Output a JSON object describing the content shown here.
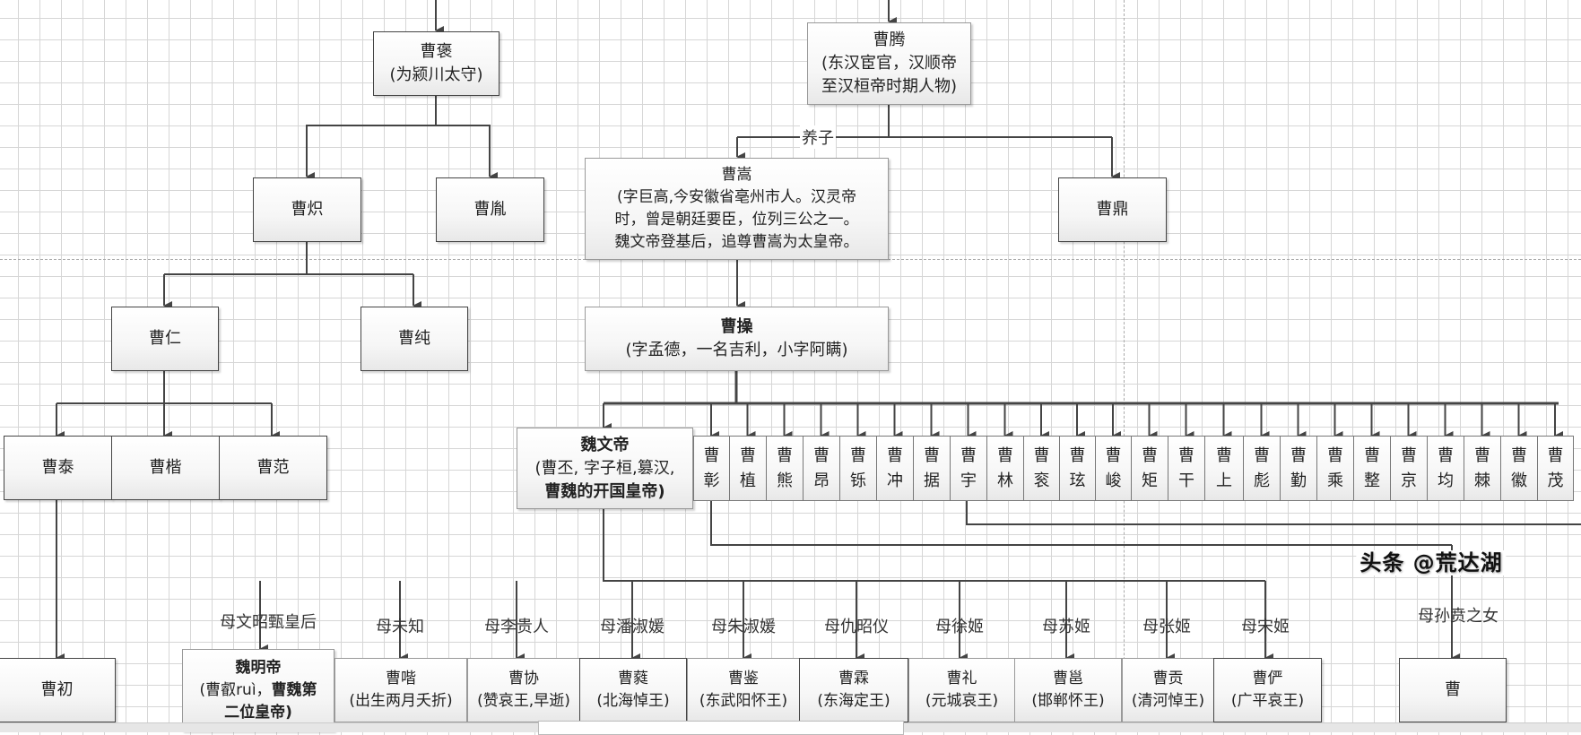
{
  "diagram": {
    "title_nodes": {
      "cao_bao": {
        "name": "曹褒",
        "note": "(为颍川太守)"
      },
      "cao_teng": {
        "name": "曹腾",
        "note_line1": "(东汉宦官，汉顺帝",
        "note_line2": "至汉桓帝时期人物)"
      },
      "cao_song": {
        "name": "曹嵩",
        "note_line1": "(字巨高,今安徽省亳州市人。汉灵帝",
        "note_line2": "时，曾是朝廷要臣，位列三公之一。",
        "note_line3": "魏文帝登基后，追尊曹嵩为太皇帝。"
      },
      "cao_ding": {
        "name": "曹鼎"
      },
      "cao_chi": {
        "name": "曹炽"
      },
      "cao_yin": {
        "name": "曹胤"
      },
      "cao_ren": {
        "name": "曹仁"
      },
      "cao_chun": {
        "name": "曹纯"
      },
      "cao_tai": {
        "name": "曹泰"
      },
      "cao_kai": {
        "name": "曹楷"
      },
      "cao_fan": {
        "name": "曹范"
      },
      "cao_chu": {
        "name": "曹初"
      },
      "cao_cao": {
        "name": "曹操",
        "note": "(字孟德，一名吉利，小字阿瞒)"
      },
      "wei_wendi": {
        "name": "魏文帝",
        "note_line1": "(曹丕, 字子桓,篡汉,",
        "note_line2": "曹魏的开国皇帝)"
      }
    },
    "edge_labels": {
      "adopted": "养子"
    },
    "cao_cao_sons": [
      {
        "surname": "曹",
        "given": "彰"
      },
      {
        "surname": "曹",
        "given": "植"
      },
      {
        "surname": "曹",
        "given": "熊"
      },
      {
        "surname": "曹",
        "given": "昂"
      },
      {
        "surname": "曹",
        "given": "铄"
      },
      {
        "surname": "曹",
        "given": "冲"
      },
      {
        "surname": "曹",
        "given": "据"
      },
      {
        "surname": "曹",
        "given": "宇"
      },
      {
        "surname": "曹",
        "given": "林"
      },
      {
        "surname": "曹",
        "given": "衮"
      },
      {
        "surname": "曹",
        "given": "玹"
      },
      {
        "surname": "曹",
        "given": "峻"
      },
      {
        "surname": "曹",
        "given": "矩"
      },
      {
        "surname": "曹",
        "given": "干"
      },
      {
        "surname": "曹",
        "given": "上"
      },
      {
        "surname": "曹",
        "given": "彪"
      },
      {
        "surname": "曹",
        "given": "勤"
      },
      {
        "surname": "曹",
        "given": "乘"
      },
      {
        "surname": "曹",
        "given": "整"
      },
      {
        "surname": "曹",
        "given": "京"
      },
      {
        "surname": "曹",
        "given": "均"
      },
      {
        "surname": "曹",
        "given": "棘"
      },
      {
        "surname": "曹",
        "given": "徽"
      },
      {
        "surname": "曹",
        "given": "茂"
      }
    ],
    "cao_pi_sons": [
      {
        "mother": "母文昭甄皇后",
        "name": "魏明帝",
        "note_line1": "(曹叡ruì，",
        "note_bold": "曹魏第",
        "note_line2": "二位皇帝)"
      },
      {
        "mother": "母未知",
        "name": "曹喈",
        "note": "(出生两月夭折)"
      },
      {
        "mother": "母李贵人",
        "name": "曹协",
        "note": "(赞哀王,早逝)"
      },
      {
        "mother": "母潘淑媛",
        "name": "曹蕤",
        "note": "(北海悼王)"
      },
      {
        "mother": "母朱淑媛",
        "name": "曹鉴",
        "note": "(东武阳怀王)"
      },
      {
        "mother": "母仇昭仪",
        "name": "曹霖",
        "note": "(东海定王)"
      },
      {
        "mother": "母徐姬",
        "name": "曹礼",
        "note": "(元城哀王)"
      },
      {
        "mother": "母苏姬",
        "name": "曹邕",
        "note": "(邯郸怀王)"
      },
      {
        "mother": "母张姬",
        "name": "曹贡",
        "note": "(清河悼王)"
      },
      {
        "mother": "母宋姬",
        "name": "曹俨",
        "note": "(广平哀王)"
      }
    ],
    "other_branch": {
      "mother": "母孙贲之女",
      "name": "曹"
    },
    "watermark": "头条 @荒达湖"
  },
  "colors": {
    "line": "#444444",
    "grid": "#d6d6d6",
    "node_border": "#444444"
  }
}
